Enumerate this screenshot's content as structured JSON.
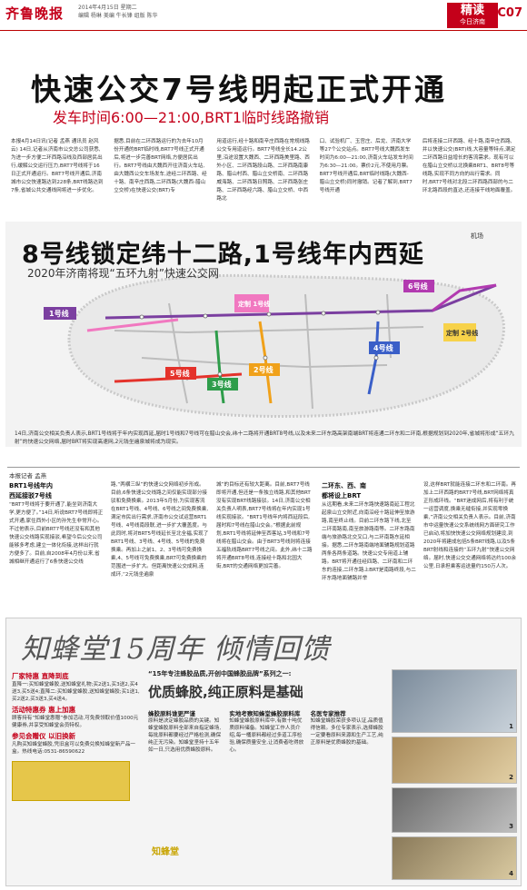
{
  "masthead": {
    "logo": "齐鲁晚报",
    "issue_date": "2014年4月15日  星期二",
    "staff": "编辑 杨琳  美编 牛长锋  组版 陈华",
    "section": "精读",
    "section_sub": "今日济南",
    "page": "C07"
  },
  "headline1": {
    "title": "快速公交7号线明起正式开通",
    "subtitle": "发车时间6:00—21:00,BRT1临时线路撤销"
  },
  "article1": {
    "columns": [
      "本报4月14日讯(记者 孟燕 通讯员 赵风云) 14日,记者从济南市公交总公司获悉,为进一步方便二环西路沿线及西部居民出行,缓解公交运行压力,BRT7号线将于16日正式开通运行。BRT7号线开通后,济南城市公交快速路达到228条,BRT线路达到7条,省城公共交通线网将进一步优化。",
      "据悉,目前在二环西路运行的为去年10月份开通的BRT临时线,BRT7号线正式开通后,将进一步完善BRT网络,方便居民出行。BRT7号线由大魏西开往济南火车站,由大魏西公交车场发车,途经二环西路、经十路、南辛庄西路,二环西路(大魏西-腊山立交桥)在快速公交(BRT)专",
      "用道运行,经十路和南辛庄西路在常规线路公交专用道运行。BRT7号线全长14.2公里,沿途设置大魏西、二环西路美里路、西外小区、二环西路段山路、二环西路南康路、腊山村西、腊山立交桥南、二环西路威海路、二环西路日照路、二环西路张庄路、二环西路经六路、腊山立交桥、中西路北",
      "口、试验机厂、玉宫庄、后龙、济南大学等27个公交站点。BRT7号线大魏西发车时间为6:00—21:00,济南火车站发车时间为6:30—21:00。票价2元,不使用月票。BRT7号线开通后,BRT临时线路(大魏西-腊山立交桥)同时撤销。记者了解到,BRT7号线开通",
      "后将连接二环西路、经十路,南辛庄西路,并以快速公交(BRT)线,大容量等特点,满足二环西路日益增长的客流需求。现有可以在腊山立交桥以北换乘BRT1、BRT8号等线路,实现不同方向的出行需求。同时,BRT7号线对北段二环西路西部的与二环北路西段的直达,还连接干线地面覆盖。"
    ]
  },
  "headline2": {
    "title": "8号线锁定纬十二路,1号线年内西延",
    "subtitle": "2020年济南将现“五环九射”快速公交网"
  },
  "map": {
    "labels": {
      "airport": "机场",
      "line1": "1号线",
      "line2": "2号线",
      "line3": "3号线",
      "line4": "4号线",
      "line5": "5号线",
      "line6": "6号线",
      "planned1": "定制 1号线",
      "planned2": "定制 2号线"
    },
    "colors": {
      "line1": "#7b3fa0",
      "line2": "#f0a11a",
      "line3": "#2e9d4a",
      "line4": "#3a5fc8",
      "line5": "#e4322b",
      "line6": "#b23ab0",
      "planned": "#f7d24a",
      "pink": "#f178c0"
    },
    "caption": "14日,济南公交相关负责人表示,BRT1号线将于年内实现西延,届时1号线和7号线可在腊山交会,纬十二路将开通BRT8号线,以及未来二环东路高架南端BRT将连通二环东和二环南,根据规划到2020年,省城将形成“五环九射”的快速公交网络,届时BRT将实现高速网,2元钱坐遍泉城将成为现实。"
  },
  "article2": {
    "byline": "本报记者 孟燕",
    "sub_a": "BRT1号线年内",
    "sub_b": "西延接驳7号线",
    "col1": "“BRT7号线将于要开通了,能坐到济南大学,更方便了。”14日,听说BRT7号线即将正式开通,家住西外小区的孙先生非常开心。不过他表示,目前BRT7号线还没有和其他快速公交线路实现接驳,希望今后公交公司能够多考虑,建立一体化衔接,这样出行就方便多了。目前,自2008年4月份以来,省城相继开通运行了6条快速公交线",
    "col2": "路,“两横三纵”的快速公交网络初步形成。目前,6条快速公交线路之间仅能实现部分接驳和免费换乘。2013年5月份,为实现客流在BRT1号线、4号线、6号线之间免费换乘,满足市民出行需求,济南市公交试运营BRT1号线、4号线南段联,进一步扩大覆盖度。与此同时,将对BRT5号线延长至北全福,实现了BRT1号线、3号线、4号线、5号线的免费换乘。再加上之前1、2、3号线可免费换乘,4、5号线可免费换乘,BRT可免费换乘的范围进一步扩大。但距离快速公交成网,连成环,“2元钱坐遍泉",
    "col3": "城”的目标还有较大距离。目前,BRT7号线即将开通,但还是一条独立线路,和其他BRT没有实现BRT线路接驳。14日,济南公交相关负责人明表,BRT7号线将在年内实现1号线实现接驳。“BRT1号线年内将西延段后,届时和7号线在腊山交会。”根据此前规划,BRT1号线将延伸至西客站,3号线和7号线将在腊山交会。由于BRT3号线则将连接五福轨线路BRT7号线之间。此外,纬十二路将开通BRT8号线,连接经十路和北园大街,BRT的交通网络更加完善。",
    "sub_c": "二环东、西、南",
    "sub_d": "都将设上BRT",
    "col4": "从远期看,未来二环东路快速路南延工程北起泉山立交附近,向南沿经十路延伸至旅游路,南至终止线。目前二环东路下线,北至二环南路南,南至旅游路南等。二环东路南端与旅游路北交叉口,与二环南路东延相接。据悉,二环东路南端地面辅路规划道路两条各两条道路。快速公交专用道上辅路。BRT将开通往经四路、二环南和二环东的连接,二环东路上BRT是南路终段,与二环东路地面辅路并举",
    "col5": "设,这样BRT就能连接二环东和二环南。再加上二环西路的BRT7号线,BRT网络将真正形成环线。“BRT迷成网后,将有利于统一运营调度,换乘无缝衔接,并实现零换乘,”济南公交相关负责人表示。目前,济南市中运量快速公交系统线网方面研究工作已启动,将加快快速公交网络规划建设,到2020年将建成包括5条BRT线路,以及5条BRT射线和连接的“五环九射”快速公交网络。届时,快速公交交通网络将达约100余公里,日承担乘客运送量约150万人次。"
  },
  "ad": {
    "title": "知蜂堂15周年 倾情回馈",
    "kicker": "“15年专注蜂胶品质,开创中国蜂胶品牌”系列之一:",
    "headline": "优质蜂胶,纯正原料是基础",
    "left_sections": [
      {
        "title": "厂家特惠 直降到底",
        "body": "直降一:买知蜂堂蜂胶,送知蜂堂礼物;买2送1,买3送2,买4送3,买5送4;直降二:买知蜂堂蜂胶,送知蜂堂蜂胶;买1送1,买2送2,买3送3,买4送4。"
      },
      {
        "title": "活动特惠券 惠上加惠",
        "body": "顾客持有“知蜂堂惠赠”参加活动,可免费领取价值1000元健康券,并享受知蜂堂会员特权。"
      },
      {
        "title": "参见会赠仪 以旧换新",
        "body": "凡购买知蜂堂蜂胶,凭旧盒可以免费兑换知蜂堂新产品一盒。热线电话:0531-86590622"
      }
    ],
    "col_heads": [
      "蜂胶原料谁更严谨",
      "实地考察知蜂堂蜂胶原料库",
      "名医专家推荐"
    ],
    "col_text": [
      "原料是决定蜂胶品质的关键。知蜂堂蜂胶原料全部来自指定蜂场,每批原料都要经过严格检测,确保纯正无污染。知蜂堂坚持十五年如一日,只选用优质蜂胶原料。",
      "知蜂堂蜂胶原料库中,有数十吨优质原料储备。知蜂堂工作人员介绍,每一桶原料都经过多道工序检验,确保质量安全,让消费者吃得放心。",
      "知蜂堂蜂胶荣获多项认证,品质值得信赖。多位专家表示,选择蜂胶一定要看原料来源和生产工艺,纯正原料是优质蜂胶的基础。"
    ],
    "brand": "知蜂堂",
    "photo_numbers": [
      "1",
      "2",
      "3",
      "4"
    ]
  }
}
